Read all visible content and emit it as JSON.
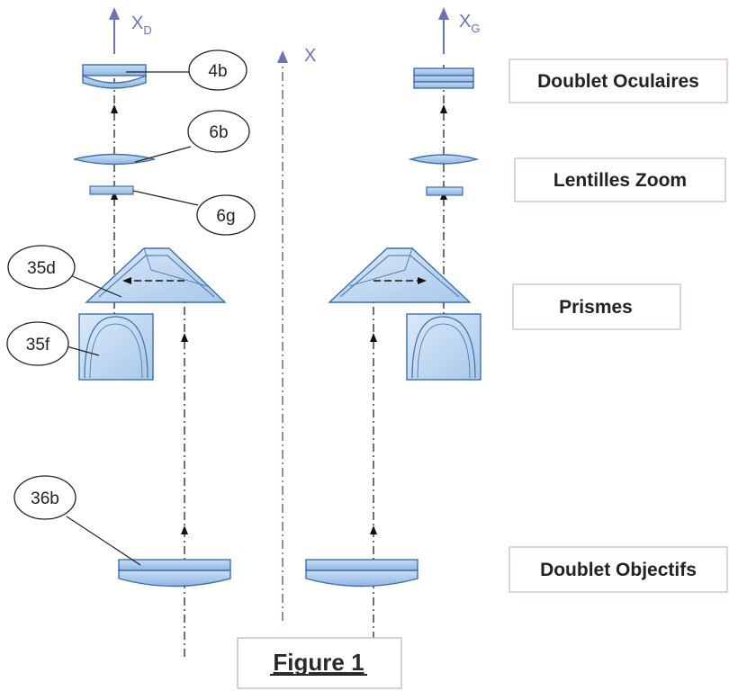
{
  "axes": {
    "left": {
      "letter": "X",
      "sub": "D"
    },
    "right": {
      "letter": "X",
      "sub": "G"
    },
    "center": {
      "letter": "X"
    }
  },
  "callouts": [
    "4b",
    "6b",
    "6g",
    "35d",
    "35f",
    "36b"
  ],
  "labels": {
    "eyepieces": "Doublet Oculaires",
    "zoom": "Lentilles Zoom",
    "prisms": "Prismes",
    "objectives": "Doublet Objectifs"
  },
  "figure_title": "Figure 1",
  "colors": {
    "lens_fill": "#a9c9ec",
    "lens_stroke": "#3e6fa8",
    "axis": "#6a72b8",
    "box_stroke": "#d8c6c8"
  }
}
